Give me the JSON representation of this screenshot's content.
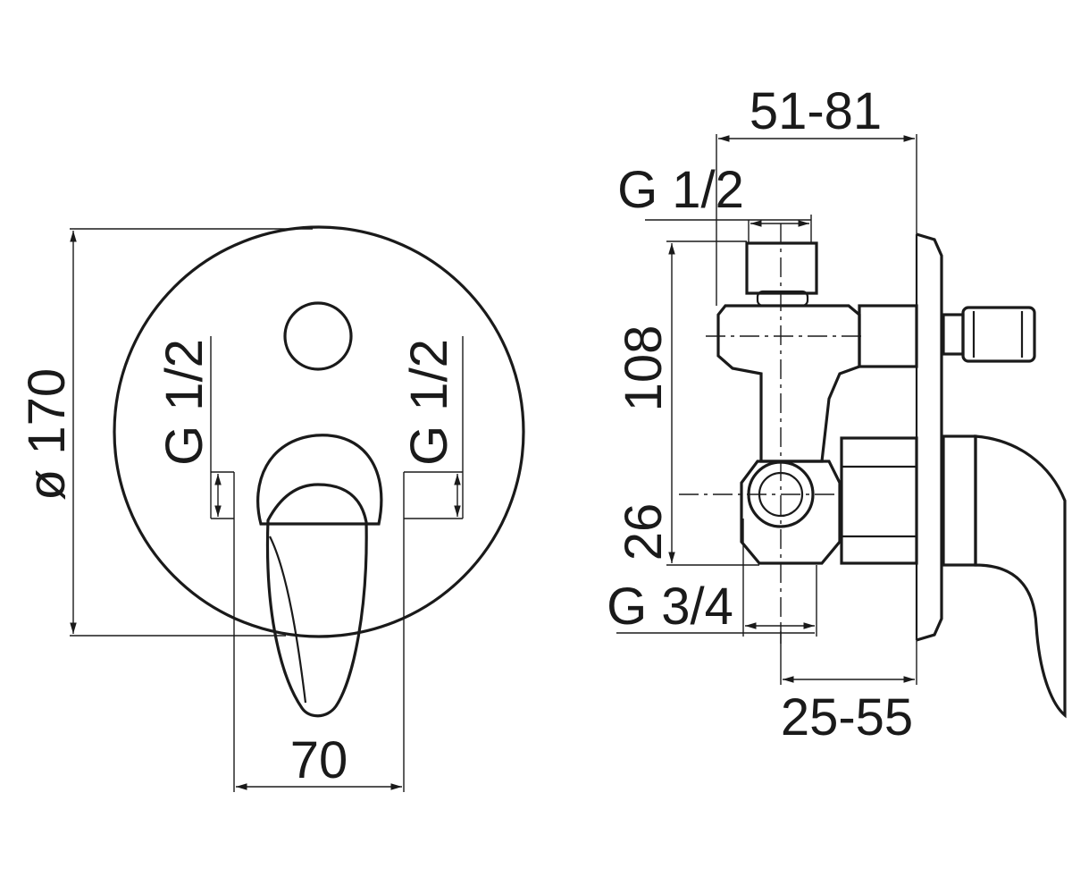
{
  "front_view": {
    "diameter_label": "ø 170",
    "inlet_left_label": "G 1/2",
    "inlet_right_label": "G 1/2",
    "width_label": "70"
  },
  "side_view": {
    "depth_range_label": "51-81",
    "inlet_label": "G 1/2",
    "height_label": "108",
    "offset_label": "26",
    "outlet_label": "G 3/4",
    "wall_range_label": "25-55"
  },
  "colors": {
    "line": "#1a1a1a",
    "background": "#ffffff"
  }
}
